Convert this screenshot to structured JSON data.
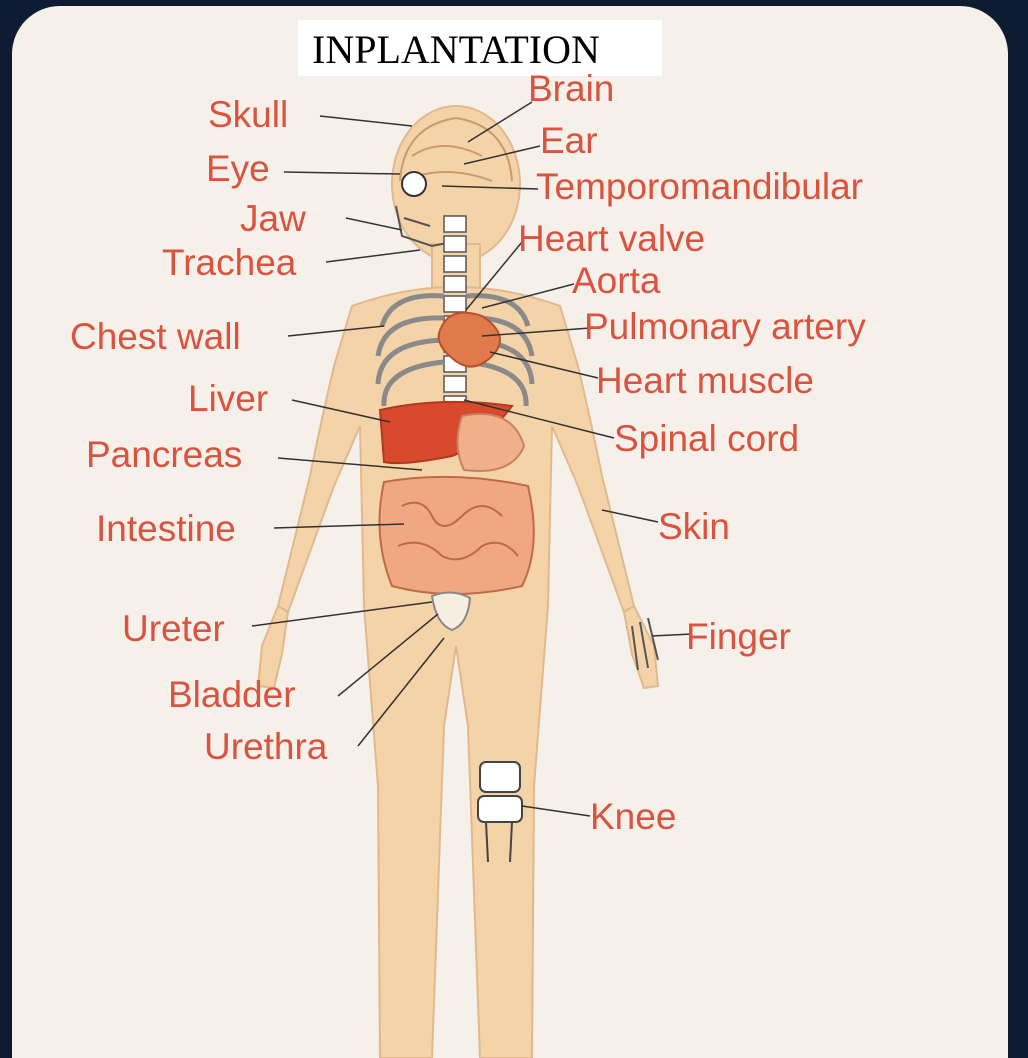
{
  "title": "INPLANTATION",
  "colors": {
    "label": "#d9533f",
    "skin": "#f4d3a8",
    "organ": "#d94a2c",
    "background": "#f5f0e9"
  },
  "labels_left": {
    "skull": "Skull",
    "eye": "Eye",
    "jaw": "Jaw",
    "trachea": "Trachea",
    "chest_wall": "Chest wall",
    "liver": "Liver",
    "pancreas": "Pancreas",
    "intestine": "Intestine",
    "ureter": "Ureter",
    "bladder": "Bladder",
    "urethra": "Urethra"
  },
  "labels_right": {
    "brain": "Brain",
    "ear": "Ear",
    "temporomandibular": "Temporomandibular",
    "heart_valve": "Heart valve",
    "aorta": "Aorta",
    "pulmonary_artery": "Pulmonary artery",
    "heart_muscle": "Heart muscle",
    "spinal_cord": "Spinal cord",
    "skin": "Skin",
    "finger": "Finger",
    "knee": "Knee"
  }
}
